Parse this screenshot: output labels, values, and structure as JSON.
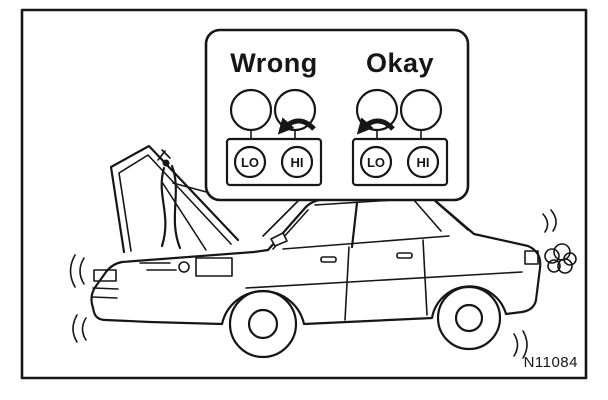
{
  "figure": {
    "code": "N11084"
  },
  "callout": {
    "wrong": {
      "label": "Wrong",
      "lo": "LO",
      "hi": "HI"
    },
    "okay": {
      "label": "Okay",
      "lo": "LO",
      "hi": "HI"
    }
  },
  "icons": {
    "wrong_arrow": "rotate-toward-hi-arrow",
    "okay_arrow": "rotate-toward-lo-arrow",
    "car": "sedan-with-open-hood-illustration",
    "cloud": "exhaust-smoke-cloud",
    "shake": "vibration-marks"
  },
  "colors": {
    "ink": "#161616",
    "paper": "#ffffff"
  }
}
